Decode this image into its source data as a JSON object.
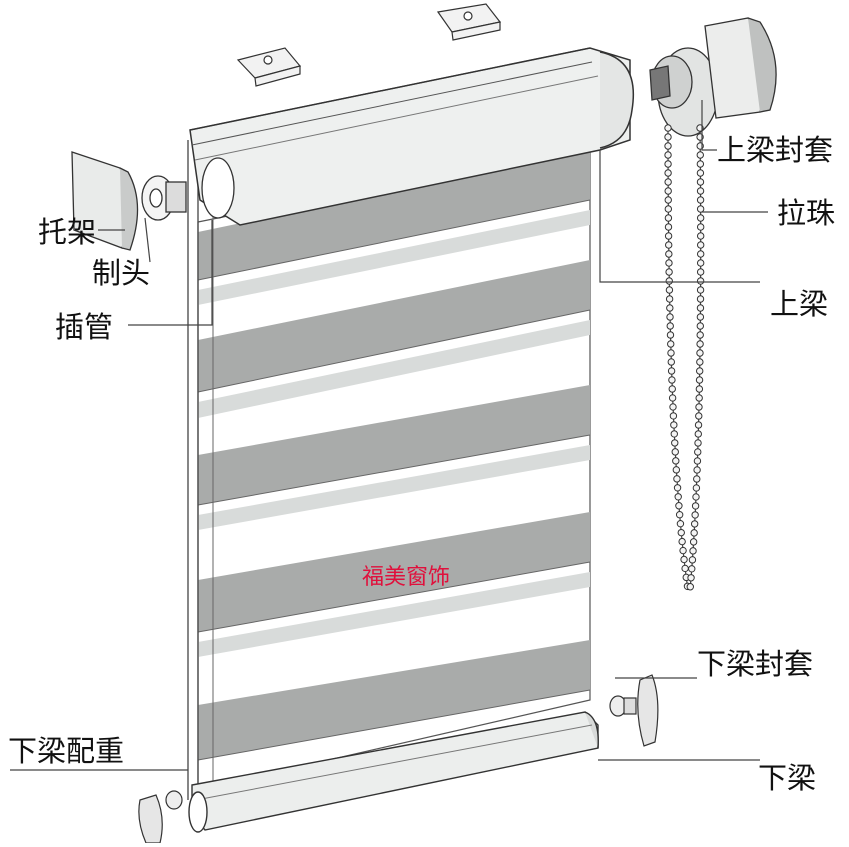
{
  "labels": {
    "bracket": "托架",
    "control_head": "制头",
    "insert_tube": "插管",
    "top_beam_cap": "上梁封套",
    "bead_chain": "拉珠",
    "top_beam": "上梁",
    "bottom_beam_cap": "下梁封套",
    "bottom_weight": "下梁配重",
    "bottom_beam": "下梁"
  },
  "watermark": "福美窗饰",
  "colors": {
    "fabric_dark": "#a7a9a8",
    "fabric_light": "#dcdfde",
    "fabric_white": "#ffffff",
    "line": "#444444",
    "watermark": "#e0103c"
  }
}
